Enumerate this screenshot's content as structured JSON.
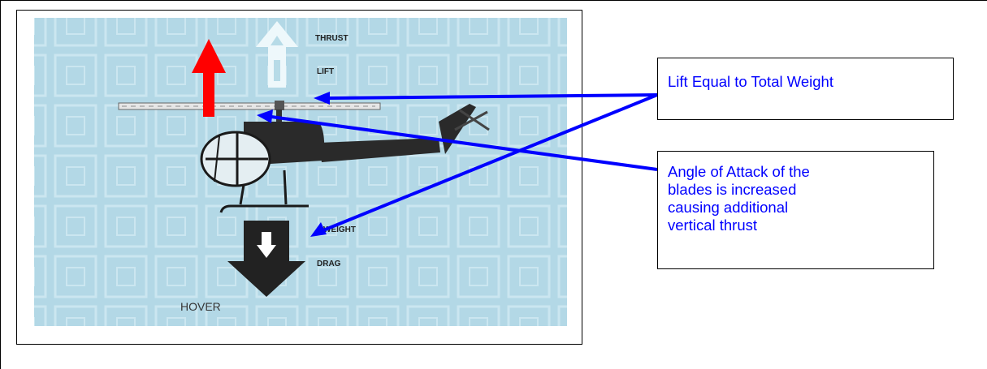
{
  "photo_labels": {
    "thrust": "THRUST",
    "lift": "LIFT",
    "weight": "WEIGHT",
    "drag": "DRAG",
    "hover": "HOVER"
  },
  "callouts": {
    "lift_equal": "Lift Equal to Total Weight",
    "angle_of_attack": [
      "Angle of Attack of the",
      "blades is increased",
      "causing additional",
      "vertical thrust"
    ]
  },
  "colors": {
    "photo_background": "#a9d3e3",
    "callout_text": "#0000ff",
    "pointer_arrow": "#0000ff",
    "lift_arrow": "#ff0000",
    "weight_arrow": "#222222"
  },
  "icons": [
    "lift-arrow-icon",
    "thrust-lift-arrow-icon",
    "weight-drag-arrow-icon",
    "helicopter-icon"
  ]
}
